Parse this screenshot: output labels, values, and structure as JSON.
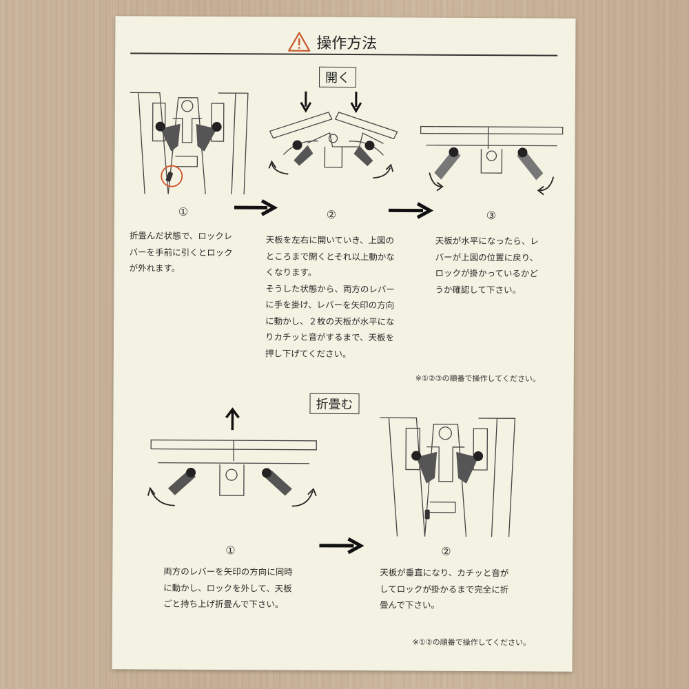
{
  "header": {
    "title": "操作方法",
    "warning_icon": "warning-triangle-icon",
    "warning_color": "#c8552a"
  },
  "open_section": {
    "label": "開く",
    "steps": [
      {
        "number": "①",
        "lines": [
          "折畳んだ状態で、ロックレ",
          "バーを手前に引くとロック",
          "が外れます。"
        ]
      },
      {
        "number": "②",
        "lines": [
          "天板を左右に開いていき、上図の",
          "ところまで開くとそれ以上動かな",
          "くなります。",
          "そうした状態から、両方のレバー",
          "に手を掛け、レバーを矢印の方向",
          "に動かし、２枚の天板が水平にな",
          "りカチッと音がするまで、天板を",
          "押し下げてください。"
        ]
      },
      {
        "number": "③",
        "lines": [
          "天板が水平になったら、レ",
          "バーが上図の位置に戻り、",
          "ロックが掛かっているかど",
          "うか確認して下さい。"
        ]
      }
    ],
    "note": "※①②③の順番で操作してください。"
  },
  "fold_section": {
    "label": "折畳む",
    "steps": [
      {
        "number": "①",
        "lines": [
          "両方のレバーを矢印の方向に同時",
          "に動かし、ロックを外して、天板",
          "ごと持ち上げ折畳んで下さい。"
        ]
      },
      {
        "number": "②",
        "lines": [
          "天板が垂直になり、カチッと音が",
          "してロックが掛かるまで完全に折",
          "畳んで下さい。"
        ]
      }
    ],
    "note": "※①②の順番で操作してください。"
  }
}
